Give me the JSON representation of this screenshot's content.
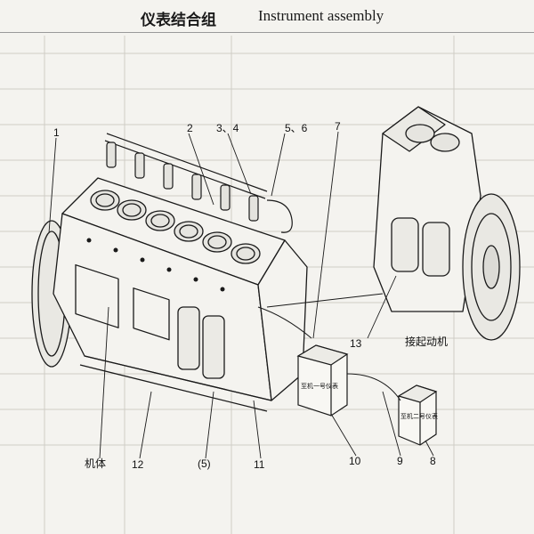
{
  "header": {
    "title_cn": "仪表结合组",
    "title_en": "Instrument assembly"
  },
  "callouts": {
    "c1": "1",
    "c2": "2",
    "c34": "3、4",
    "c56": "5、6",
    "c7": "7",
    "c8": "8",
    "c9": "9",
    "c10": "10",
    "c11": "11",
    "c12": "12",
    "c13": "13",
    "c5p": "(5)"
  },
  "labels": {
    "engine_body": "机体",
    "to_starter": "接起动机"
  },
  "instrument_boxes": {
    "box1": "至机一号仪表",
    "box2": "至机二号仪表"
  },
  "colors": {
    "line": "#1a1a1a",
    "paper": "#f4f3ef",
    "faint_table": "#c9c8c2"
  }
}
